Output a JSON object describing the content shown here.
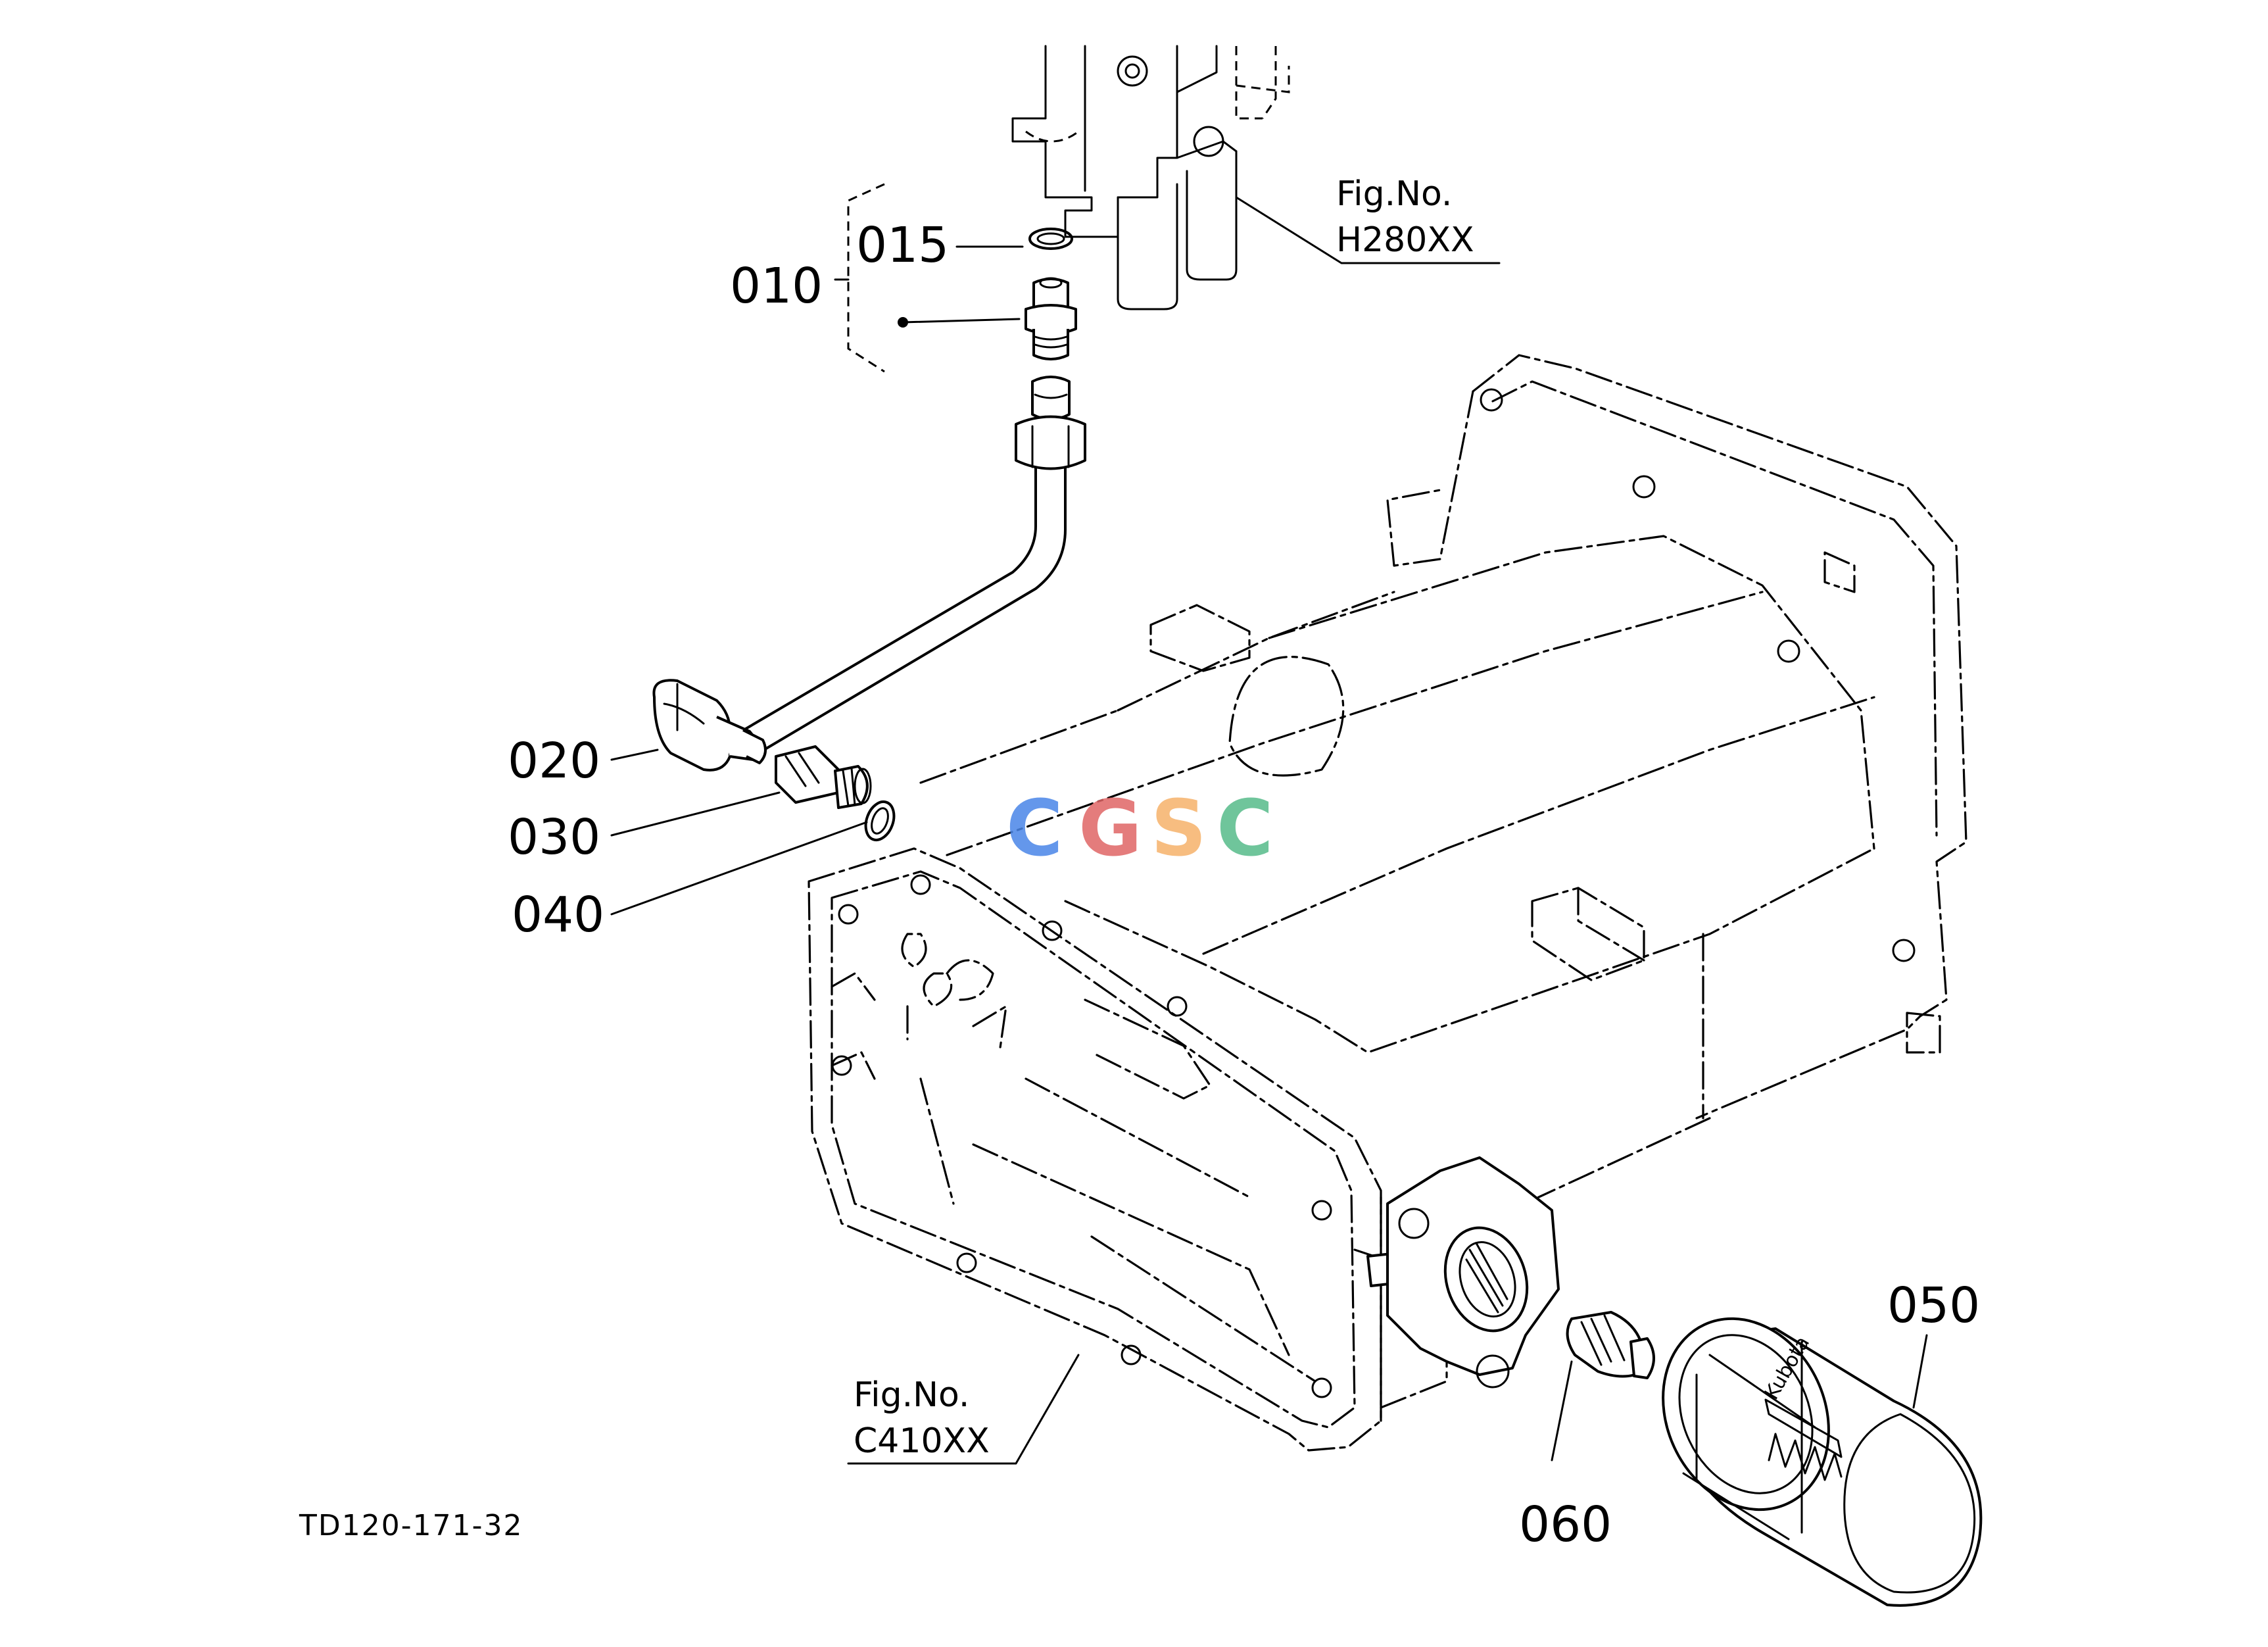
{
  "diagram": {
    "reference_code": "TD120-171-32",
    "parts": [
      {
        "id": "010",
        "label": "010"
      },
      {
        "id": "015",
        "label": "015"
      },
      {
        "id": "020",
        "label": "020"
      },
      {
        "id": "030",
        "label": "030"
      },
      {
        "id": "040",
        "label": "040"
      },
      {
        "id": "050",
        "label": "050"
      },
      {
        "id": "060",
        "label": "060"
      }
    ],
    "figure_references": [
      {
        "line1": "Fig.No.",
        "line2": "H280XX"
      },
      {
        "line1": "Fig.No.",
        "line2": "C410XX"
      }
    ],
    "watermark": {
      "letters": [
        "C",
        "G",
        "S",
        "C"
      ],
      "colors": [
        "#4a86e8",
        "#e06666",
        "#f6b26b",
        "#57bb8a"
      ]
    },
    "filter_brand_text": "Kubota",
    "colors": {
      "line": "#000000",
      "background": "#ffffff"
    }
  }
}
